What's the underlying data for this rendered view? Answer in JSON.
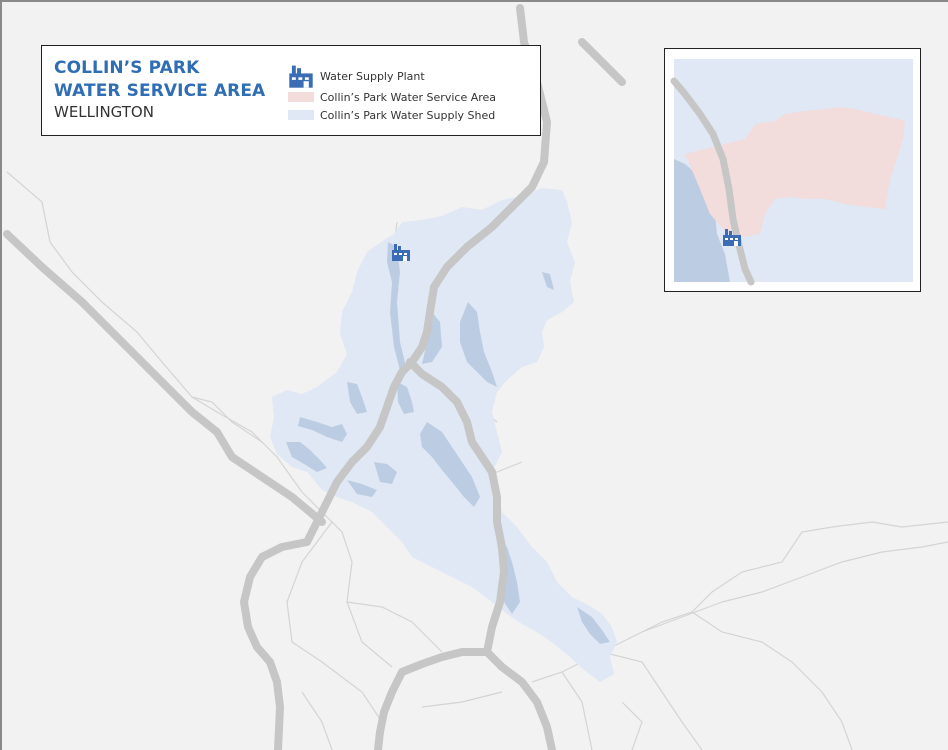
{
  "map": {
    "title_line1": "COLLIN’S PARK",
    "title_line2": "WATER SERVICE AREA",
    "subtitle": "WELLINGTON",
    "legend": [
      {
        "label": "Water Supply Plant",
        "icon": "factory-icon",
        "color": "#3a6db5"
      },
      {
        "label": "Collin’s Park Water Service Area",
        "icon": "service-area-swatch",
        "color": "#f2dcdc"
      },
      {
        "label": "Collin’s Park Water Supply Shed",
        "icon": "supply-shed-swatch",
        "color": "#dfe8f4"
      }
    ],
    "colors": {
      "background": "#f2f2f2",
      "highway": "#c6c6c6",
      "minor_road": "#d6d6d6",
      "supply_shed": "#dfe8f4",
      "water_body": "#bccde3",
      "service_area": "#f2dcdc",
      "plant_icon": "#3a6db5"
    }
  }
}
